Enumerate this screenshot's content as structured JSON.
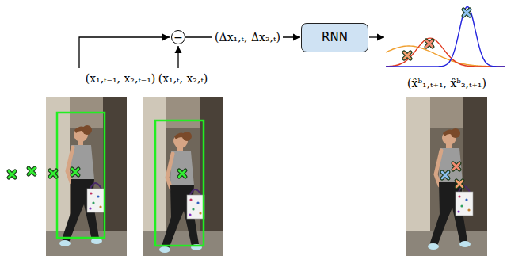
{
  "diagram": {
    "nodes": [
      {
        "text": [
          "−"
        ]
      },
      {
        "text": [
          "RNN"
        ]
      }
    ],
    "edges": [
      {
        "from": 0,
        "to": 1,
        "arrow": "to",
        "label": "(Δx₁,ₜ, Δx₂,ₜ)"
      }
    ],
    "labels": [
      "(x₁,ₜ₋₁, x₂,ₜ₋₁)",
      "(x₁,ₜ, x₂,ₜ)",
      "(x̂ᵇ₁,ₜ₊₁, x̂ᵇ₂,ₜ₊₁)"
    ]
  }
}
